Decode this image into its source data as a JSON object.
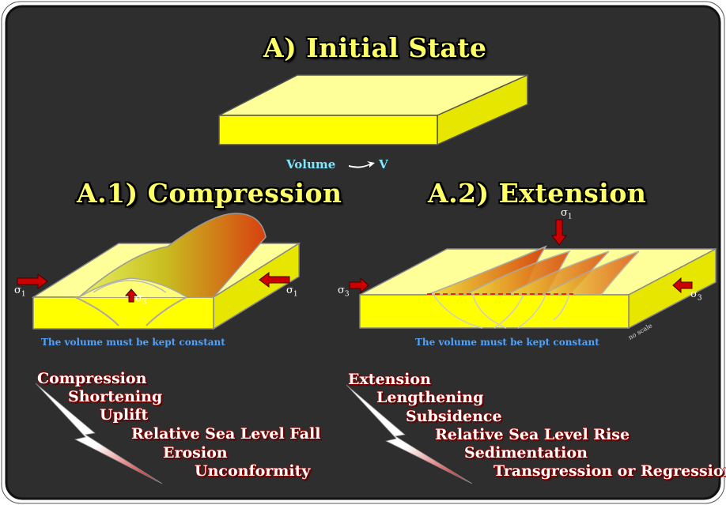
{
  "titles": {
    "initial": "A) Initial State",
    "compression": "A.1) Compression",
    "extension": "A.2) Extension"
  },
  "volume": {
    "label": "Volume",
    "symbol": "V"
  },
  "notes": {
    "compression": "The volume must be kept constant",
    "extension": "The volume must be kept constant"
  },
  "stress_labels": {
    "sigma1_left": "σ1",
    "sigma1_right": "σ1",
    "sigma3_center": "σ3",
    "sigma1_top": "σ1",
    "sigma3_left": "σ3",
    "sigma3_right": "σ3"
  },
  "no_scale": "no scale",
  "compression_sequence": [
    "Compression",
    "Shortening",
    "Uplift",
    "Relative Sea Level Fall",
    "Erosion",
    "Unconformity"
  ],
  "extension_sequence": [
    "Extension",
    "Lengthening",
    "Subsidence",
    "Relative Sea Level Rise",
    "Sedimentation",
    "Transgression or Regression"
  ],
  "colors": {
    "background": "#2e2e2e",
    "slab_top": "#ffff99",
    "slab_front": "#ffff00",
    "title": "#ffff66",
    "arrow": "#cc0000",
    "note": "#4fa3ff"
  }
}
